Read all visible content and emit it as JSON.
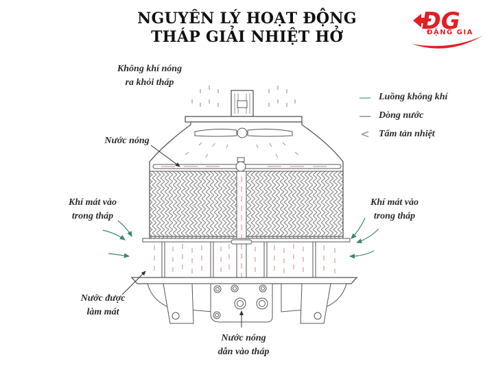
{
  "title": {
    "line1": "NGUYÊN LÝ HOẠT ĐỘNG",
    "line2": "THÁP GIẢI NHIỆT HỞ"
  },
  "logo": {
    "mark": "ĐG",
    "name": "ĐẶNG GIA",
    "color": "#e31e24"
  },
  "labels": {
    "hot_air_out_1": "Không khí nóng",
    "hot_air_out_2": "ra khỏi tháp",
    "hot_water": "Nước nóng",
    "cool_air_in_left_1": "Khí mát vào",
    "cool_air_in_left_2": "trong tháp",
    "cool_air_in_right_1": "Khí mát vào",
    "cool_air_in_right_2": "trong tháp",
    "cooled_water_1": "Nước được",
    "cooled_water_2": "làm mát",
    "hot_water_in_1": "Nước nóng",
    "hot_water_in_2": "dẫn vào tháp"
  },
  "legend": [
    {
      "icon": "dash-line-icon",
      "label": "Luồng không khí"
    },
    {
      "icon": "dash-line-icon",
      "label": "Dòng nước"
    },
    {
      "icon": "chevron-left-icon",
      "symbol": "<",
      "label": "Tấm tản nhiệt"
    }
  ],
  "colors": {
    "line": "#555555",
    "fill_pattern": "#8c8c8c",
    "water_dash": "#c98a8a",
    "air_arrow": "#3a8a6a",
    "title": "#111111"
  }
}
